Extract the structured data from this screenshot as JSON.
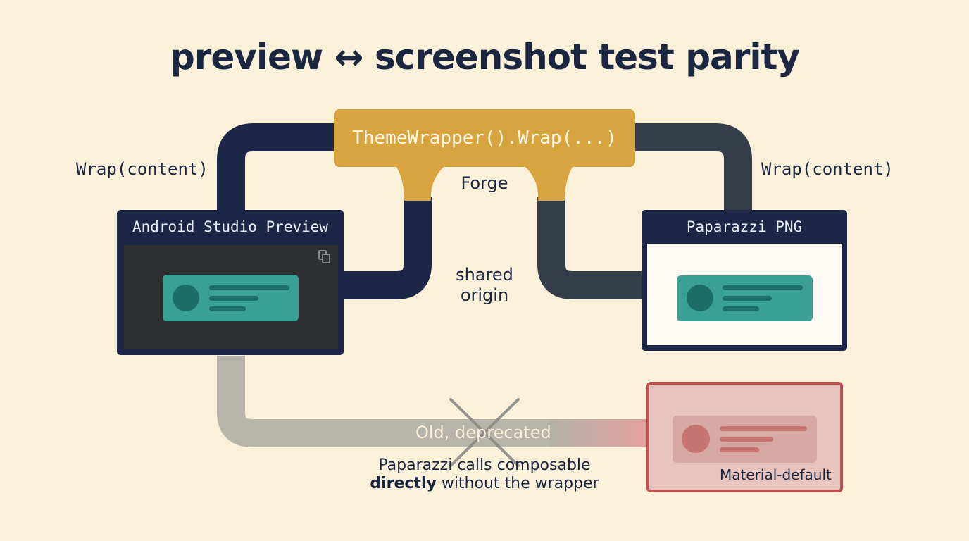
{
  "title": "preview ↔ screenshot test parity",
  "wrapper": {
    "call": "ThemeWrapper().Wrap(...)",
    "forge": "Forge"
  },
  "center": {
    "line1": "shared",
    "line2": "origin"
  },
  "left": {
    "wrap_label": "Wrap(content)",
    "panel_title": "Android Studio Preview",
    "copy_icon": "copy-icon"
  },
  "right": {
    "wrap_label": "Wrap(content)",
    "panel_title": "Paparazzi PNG"
  },
  "old_path": {
    "label": "Old, deprecated",
    "note_line1": "Paparazzi calls composable",
    "note_bold": "directly",
    "note_rest": " without the wrapper",
    "result_label": "Material-default"
  },
  "colors": {
    "background": "#fbf1da",
    "navy": "#1c2748",
    "slate": "#363d4a",
    "gold": "#d7a43f",
    "teal": "#3aa094",
    "gray_path": "#b3b0a6",
    "red": "#c0514f"
  }
}
